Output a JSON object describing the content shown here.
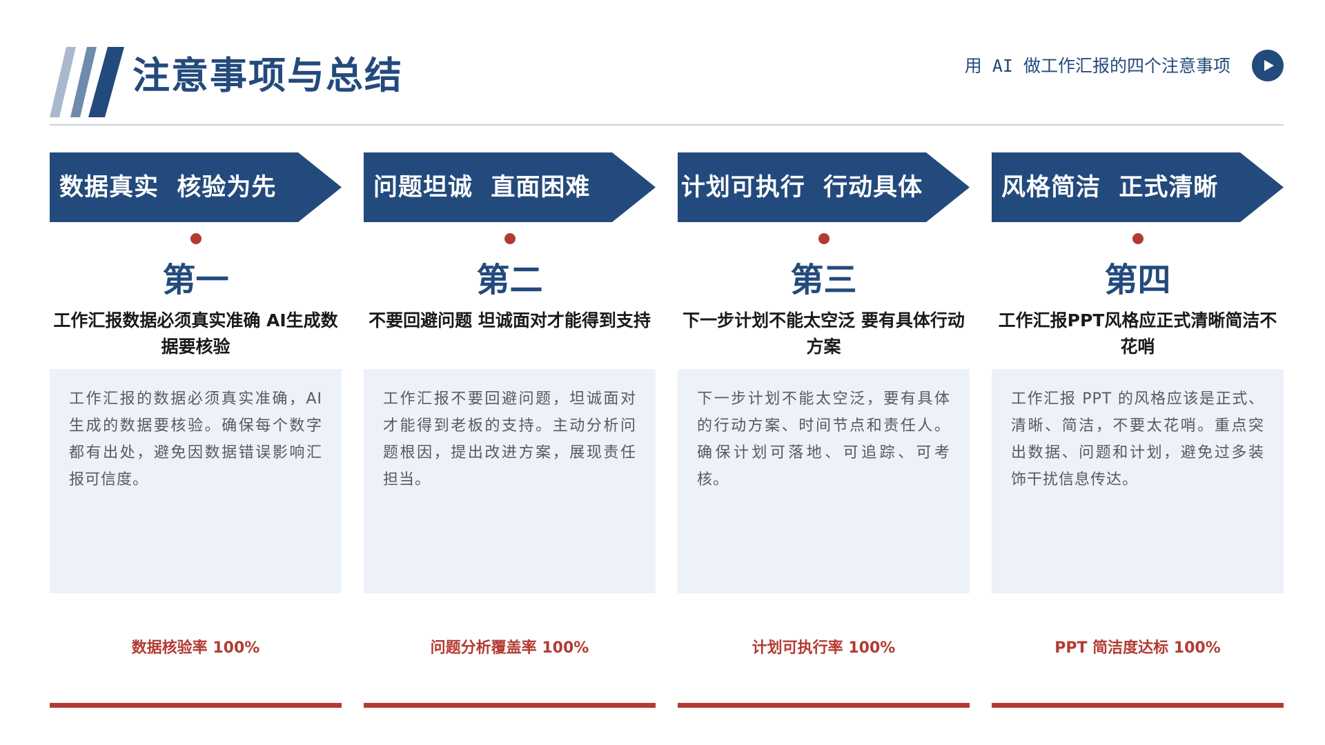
{
  "header": {
    "title": "注意事项与总结",
    "subtitle": "用 AI 做工作汇报的四个注意事项",
    "play_icon": "play-icon"
  },
  "colors": {
    "primary": "#234a7c",
    "accent": "#b33a32",
    "card_bg": "#edf1f9",
    "stripe_light": "#a9b8cc",
    "stripe_mid": "#6f8aab"
  },
  "cards": [
    {
      "banner": "数据真实  核验为先",
      "ordinal": "第一",
      "heading": "工作汇报数据必须真实准确 AI生成数据要核验",
      "body": "工作汇报的数据必须真实准确，AI生成的数据要核验。确保每个数字都有出处，避免因数据错误影响汇报可信度。",
      "metric": "数据核验率 100%"
    },
    {
      "banner": "问题坦诚  直面困难",
      "ordinal": "第二",
      "heading": "不要回避问题 坦诚面对才能得到支持",
      "body": "工作汇报不要回避问题，坦诚面对才能得到老板的支持。主动分析问题根因，提出改进方案，展现责任担当。",
      "metric": "问题分析覆盖率 100%"
    },
    {
      "banner": "计划可执行  行动具体",
      "ordinal": "第三",
      "heading": "下一步计划不能太空泛 要有具体行动方案",
      "body": "下一步计划不能太空泛，要有具体的行动方案、时间节点和责任人。确保计划可落地、可追踪、可考核。",
      "metric": "计划可执行率 100%"
    },
    {
      "banner": "风格简洁  正式清晰",
      "ordinal": "第四",
      "heading": "工作汇报PPT风格应正式清晰简洁不花哨",
      "body": "工作汇报 PPT 的风格应该是正式、清晰、简洁，不要太花哨。重点突出数据、问题和计划，避免过多装饰干扰信息传达。",
      "metric": "PPT 简洁度达标 100%"
    }
  ]
}
